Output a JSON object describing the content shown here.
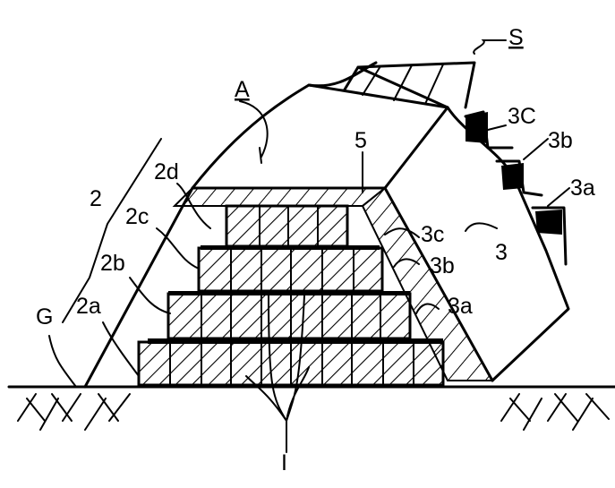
{
  "labels": {
    "S": "S",
    "A": "A",
    "five": "5",
    "three_C_top": "3C",
    "three_b_top": "3b",
    "three_a_top": "3a",
    "two_d": "2d",
    "two_c": "2c",
    "two": "2",
    "two_b": "2b",
    "two_a": "2a",
    "G": "G",
    "three_c": "3c",
    "three_b": "3b",
    "three": "3",
    "three_a": "3a",
    "one": "I"
  },
  "colors": {
    "ink": "#000000",
    "paper": "#ffffff"
  }
}
